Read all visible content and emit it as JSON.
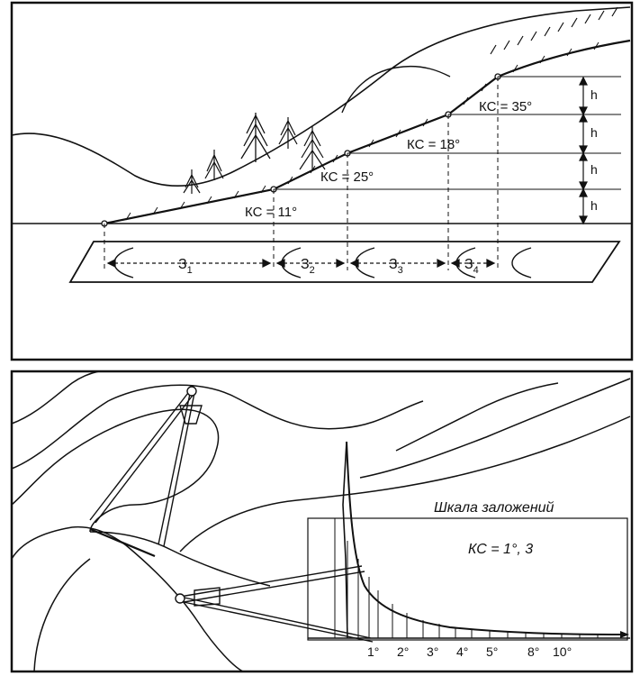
{
  "colors": {
    "ink": "#111111",
    "paper": "#ffffff"
  },
  "top_panel": {
    "slope_labels": [
      "КС = 11°",
      "КС = 25°",
      "КС = 18°",
      "КС = 35°"
    ],
    "height_marks": [
      "h",
      "h",
      "h",
      "h"
    ],
    "intervals": [
      {
        "main": "З",
        "sub": "1"
      },
      {
        "main": "З",
        "sub": "2"
      },
      {
        "main": "З",
        "sub": "3"
      },
      {
        "main": "З",
        "sub": "4"
      }
    ]
  },
  "bottom_panel": {
    "scale_title": "Шкала заложений",
    "scale_note": "КС = 1°, 3",
    "scale_ticks": [
      "1°",
      "2°",
      "3°",
      "4°",
      "5°",
      "8°",
      "10°"
    ]
  }
}
